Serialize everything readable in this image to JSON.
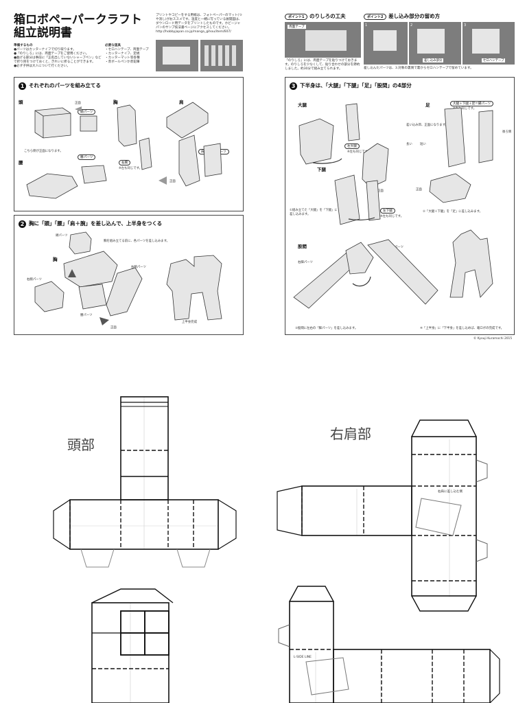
{
  "doc": {
    "title_line1": "箱ロボペーパークラフト",
    "title_line2": "組立説明書",
    "intro_text": "プリントやコピーをする用紙は、フォトペーパーのマット(つや消し)がおススメです。温度と一緒に写っている展開図は、ダウンロード用データをプリントしたものです。ホビージャパンのサンプ技法書ページにアクセスしてください。",
    "intro_url": "http://hobbyjapan.co.jp/manga_gihou/item/607/",
    "prep_heading": "準備するもの",
    "prep_items": [
      "●パーツはカッターナイフで切り取ります。",
      "●「のりしろ」には、両面テープをご使用ください。",
      "●曲げる部分は事前に「正名出していないシャープペン」などで折り目をつけておくと、きれいに折ることができます。",
      "●必ず子供は大人について行ください。"
    ],
    "tools_heading": "必要な道具",
    "tools_items": [
      "・セロハンテープ、両面テープ",
      "・カッターナイフ、定規",
      "・カッターマット等各種",
      "・赤ボールペンか赤鉛筆"
    ]
  },
  "points": {
    "point1_tag": "ポイント1",
    "point1_title": "のりしろの工夫",
    "point1_photo_label": "両面テープ",
    "point1_caption": "「のりしろ」には、両面テープを貼りつけておきます。のりしろを少なくして、貼り合わせの部分を節約しました。約30分で組み立てられます。",
    "point2_tag": "ポイント2",
    "point2_title": "差し込み部分の留め方",
    "point2_photo_labels": [
      "1",
      "2",
      "3"
    ],
    "point2_photo_tag_a": "差し込み部分",
    "point2_photo_tag_b": "セロハンテープ",
    "point2_caption": "差し込んだパーツは、3.対象の裏側で裏からセロハンテープで留めています。"
  },
  "sec1": {
    "num": "1",
    "title": "それぞれのパーツを組み立てる",
    "labels": {
      "head": "頭",
      "chest": "胸",
      "shoulder": "肩",
      "waist": "腰"
    },
    "tags": {
      "head_part": "頭パーツ",
      "waist_part": "腰パーツ",
      "shoulder_arm": "肩＋腕＝腕パーツ",
      "right_arm": "右腕"
    },
    "notes": {
      "front": "正面",
      "front_side": "こちら側が正面になります。",
      "left_same": "※左も同じです。",
      "front2": "正面"
    }
  },
  "sec2": {
    "num": "2",
    "title": "胸に「頭」「腰」「肩＋腕」を差し込んで、上半身をつくる",
    "labels": {
      "chest": "胸",
      "head_part": "頭パーツ",
      "right_arm_part": "右腕パーツ",
      "waist_part": "腰パーツ",
      "front": "正面",
      "upper_done": "上半身完成"
    },
    "note": "胸を組み立てる前に、各パーツを差し込みます。"
  },
  "sec3": {
    "num": "3",
    "title": "下半身は、「大腿」「下腿」「足」「股間」の4部分",
    "labels": {
      "thigh": "大腿",
      "shin": "下腿",
      "foot": "足",
      "crotch": "股間"
    },
    "tags": {
      "left_thigh": "左大腿",
      "left_shin": "左下腿",
      "leg_part": "大腿＋下腿＋足＝脚パーツ",
      "right_leg_part": "右脚パーツ",
      "left_leg_part": "左脚パーツ"
    },
    "notes": {
      "left_same": "※左も同じです。",
      "step1": "①組み立てた「大腿」を「下腿」に差し込みます。",
      "step2": "②「大腿＋下腿」を「足」に差し込みます。",
      "step3": "③股間に左右の「脚パーツ」を差し込みます。",
      "step4": "④「上半身」に「下半身」を差し込めば、箱ロボの完成です。",
      "front": "正面",
      "foot_note": "差い込み目、正面になります。",
      "back": "後ろ側",
      "long": "長い",
      "short": "短い"
    }
  },
  "copyright": "© Kyouji Kuramochi 2015",
  "templates": {
    "head_label": "頭部",
    "right_shoulder_label": "右肩部",
    "glue_tag_a": "右肩に差し込む側",
    "glue_tag_b": "L-SIDE LINE"
  }
}
